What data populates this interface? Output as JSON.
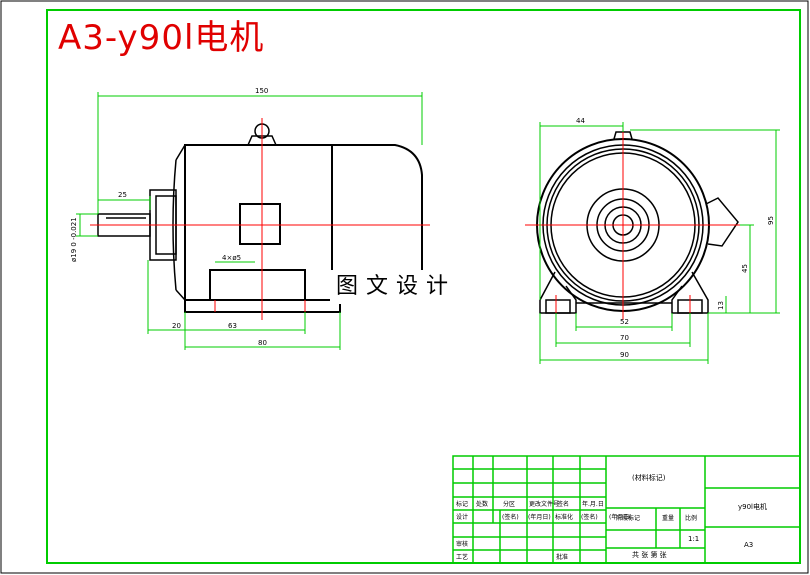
{
  "title": "A3-y90l电机",
  "watermark": "图文设计",
  "dimensions": {
    "side_overall": "150",
    "side_shaft": "25",
    "side_diameter": "ø19 0 -0.021",
    "side_holes": "4×ø5",
    "side_bottom_left": "20",
    "side_bottom_mid": "63",
    "side_bottom_full": "80",
    "front_top": "44",
    "front_right_full": "95",
    "front_right_mid": "45",
    "front_right_small": "13",
    "front_bottom_inner": "52",
    "front_bottom_mid": "70",
    "front_bottom_full": "90"
  },
  "title_block": {
    "material": "(材料标记)",
    "drawing_name": "y90l电机",
    "drawing_code": "A3",
    "scale": "1:1",
    "sheets": "共 张 第 张",
    "row_labels": [
      "标记",
      "处数",
      "分区",
      "更改文件号",
      "签名",
      "年.月.日"
    ],
    "design_row": [
      "设计",
      "(签名)",
      "(年月日)",
      "标准化",
      "(签名)",
      "(年月日)"
    ],
    "stage_labels": [
      "阶段标记",
      "重量",
      "比例"
    ],
    "check": "审核",
    "process": "工艺",
    "approve": "批准"
  }
}
